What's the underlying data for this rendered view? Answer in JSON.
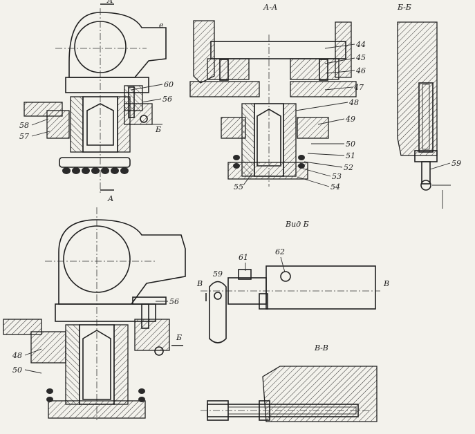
{
  "views": {
    "section_aa": "А-А",
    "section_bb": "Б-Б",
    "view_b": "Вид Б",
    "section_vv": "В-В"
  },
  "markers": {
    "a_top": "А",
    "a_bottom": "А",
    "b_top": "Б",
    "b_bottom": "Б",
    "v_left": "В",
    "v_right": "В",
    "e": "е"
  },
  "parts": {
    "p44": "44",
    "p45": "45",
    "p46": "46",
    "p47": "47",
    "p48": "48",
    "p49": "49",
    "p50": "50",
    "p51": "51",
    "p52": "52",
    "p53": "53",
    "p54": "54",
    "p55": "55",
    "p56": "56",
    "p57": "57",
    "p58": "58",
    "p59": "59",
    "p60": "60",
    "p61": "61",
    "p62": "62",
    "p48b": "48",
    "p50b": "50",
    "p56b": "56",
    "p59b": "59"
  }
}
